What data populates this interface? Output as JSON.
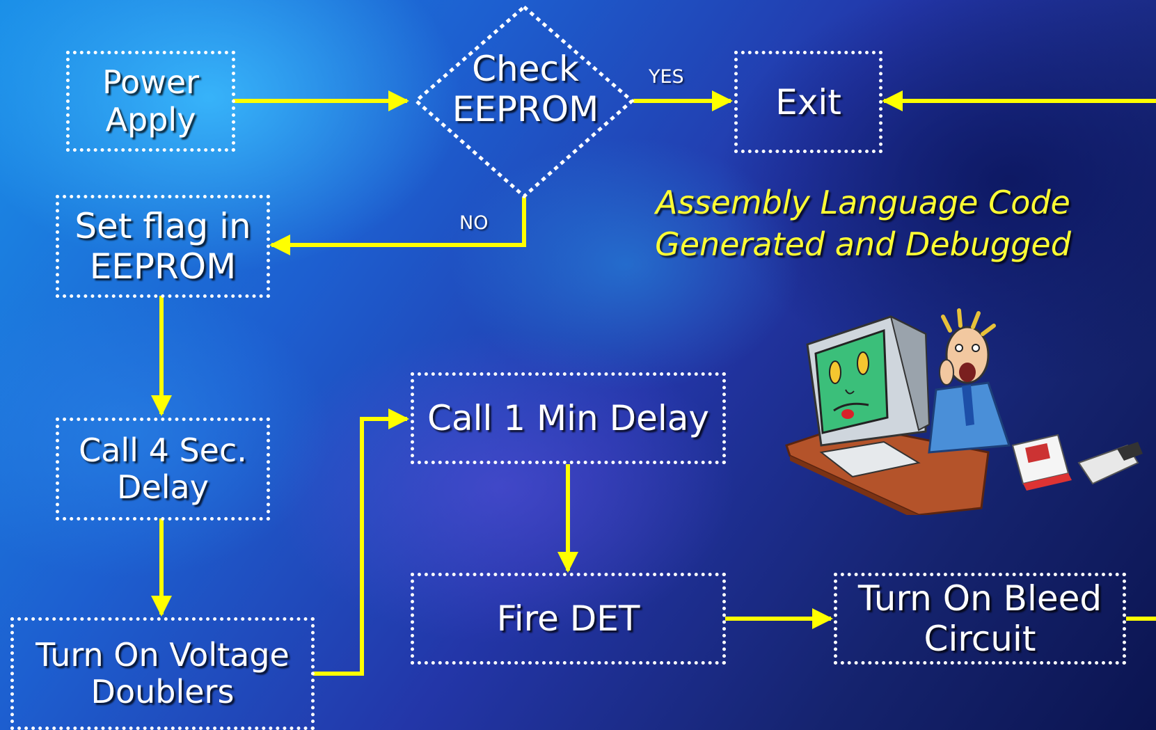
{
  "nodes": {
    "power_apply": [
      "Power",
      "Apply"
    ],
    "check_eeprom": [
      "Check",
      "EEPROM"
    ],
    "exit": [
      "Exit"
    ],
    "set_flag": [
      "Set flag in",
      "EEPROM"
    ],
    "call_4_sec": [
      "Call 4 Sec.",
      "Delay"
    ],
    "turn_on_voltage": [
      "Turn On Voltage",
      "Doublers"
    ],
    "call_1_min": [
      "Call 1 Min Delay"
    ],
    "fire_det": [
      "Fire DET"
    ],
    "turn_on_bleed": [
      "Turn On Bleed",
      "Circuit"
    ]
  },
  "edge_labels": {
    "yes": "YES",
    "no": "NO"
  },
  "caption": [
    "Assembly Language Code",
    "Generated and Debugged"
  ],
  "colors": {
    "arrow": "#ffff00",
    "box_border": "#ffffff",
    "caption": "#ffff33"
  },
  "clipart": {
    "icon": "frustrated-user-with-sad-computer-clipart",
    "devices_icon": "programmer-devices-clipart"
  }
}
